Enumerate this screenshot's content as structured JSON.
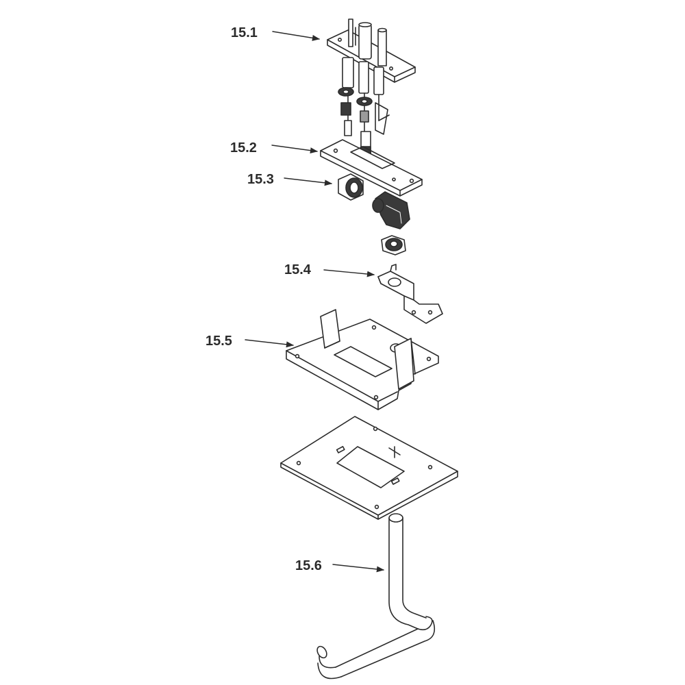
{
  "callouts": [
    {
      "id": "15.1",
      "text": "15.1"
    },
    {
      "id": "15.2",
      "text": "15.2"
    },
    {
      "id": "15.3",
      "text": "15.3"
    },
    {
      "id": "15.4",
      "text": "15.4"
    },
    {
      "id": "15.5",
      "text": "15.5"
    },
    {
      "id": "15.6",
      "text": "15.6"
    }
  ],
  "colors": {
    "line": "#2b2b2b",
    "fill": "#ffffff",
    "shade": "#9a9a9a",
    "dark": "#3a3a3a"
  }
}
